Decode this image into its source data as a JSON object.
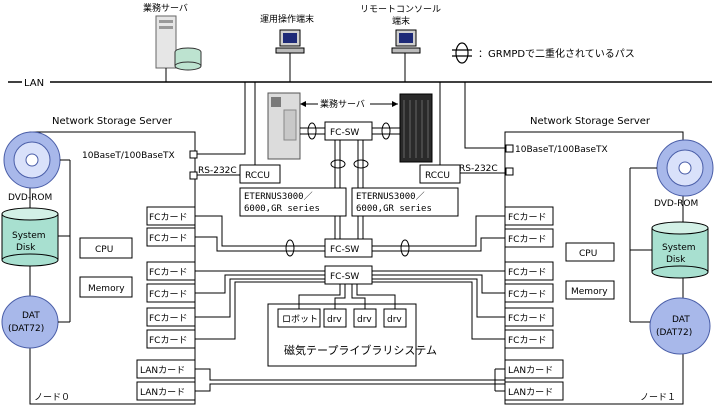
{
  "legend": {
    "text": "：GRMPDで二重化されているパス"
  },
  "lan": {
    "label": "LAN"
  },
  "top_devices": {
    "business_server": "業務サーバ",
    "ops_terminal": "運用操作端末",
    "remote_console": "リモートコンソール",
    "remote_console_2": "端末"
  },
  "center": {
    "business_server": "業務サーバ",
    "fc_sw_top": "FC-SW",
    "fc_sw_mid": "FC-SW",
    "fc_sw_low": "FC-SW",
    "eternus_left_1": "ETERNUS3000／",
    "eternus_left_2": "6000,GR series",
    "eternus_right_1": "ETERNUS3000／",
    "eternus_right_2": "6000,GR series",
    "robot": "ロボット",
    "drv": "drv",
    "tape_library": "磁気テープライブラリシステム"
  },
  "left_node": {
    "title": "Network Storage Server",
    "dvd": "DVD-ROM",
    "system_disk_1": "System",
    "system_disk_2": "Disk",
    "dat_1": "DAT",
    "dat_2": "(DAT72)",
    "cpu": "CPU",
    "memory": "Memory",
    "lan_port": "10BaseT/100BaseTX",
    "rs232c": "RS-232C",
    "rccu": "RCCU",
    "fc_card": "FCカード",
    "lan_card": "LANカード",
    "node": "ノード０"
  },
  "right_node": {
    "title": "Network Storage Server",
    "dvd": "DVD-ROM",
    "system_disk_1": "System",
    "system_disk_2": "Disk",
    "dat_1": "DAT",
    "dat_2": "(DAT72)",
    "cpu": "CPU",
    "memory": "Memory",
    "lan_port": "10BaseT/100BaseTX",
    "rs232c": "RS-232C",
    "rccu": "RCCU",
    "fc_card": "FCカード",
    "lan_card": "LANカード",
    "node": "ノード１"
  }
}
